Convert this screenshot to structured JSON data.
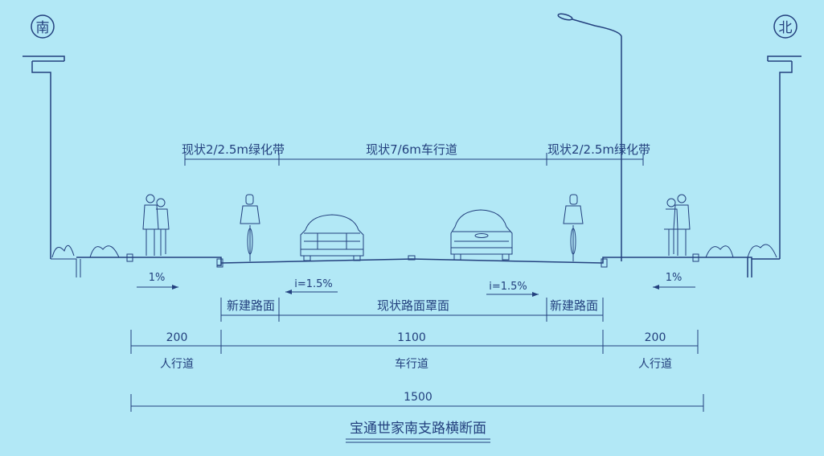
{
  "compass": {
    "south": "南",
    "north": "北"
  },
  "top_dims": {
    "left_green": "现状2/2.5m绿化带",
    "carriageway": "现状7/6m车行道",
    "right_green": "现状2/2.5m绿化带"
  },
  "slopes": {
    "left_sidewalk": "1%",
    "right_sidewalk": "1%",
    "left_road": "i=1.5%",
    "right_road": "i=1.5%"
  },
  "pavement": {
    "left_new": "新建路面",
    "overlay": "现状路面罩面",
    "right_new": "新建路面"
  },
  "widths": {
    "left_sidewalk": "200",
    "road": "1100",
    "right_sidewalk": "200",
    "total": "1500"
  },
  "zones": {
    "left": "人行道",
    "center": "车行道",
    "right": "人行道"
  },
  "title": "宝通世家南支路横断面",
  "colors": {
    "background": "#b2e8f6",
    "line": "#23407e"
  }
}
